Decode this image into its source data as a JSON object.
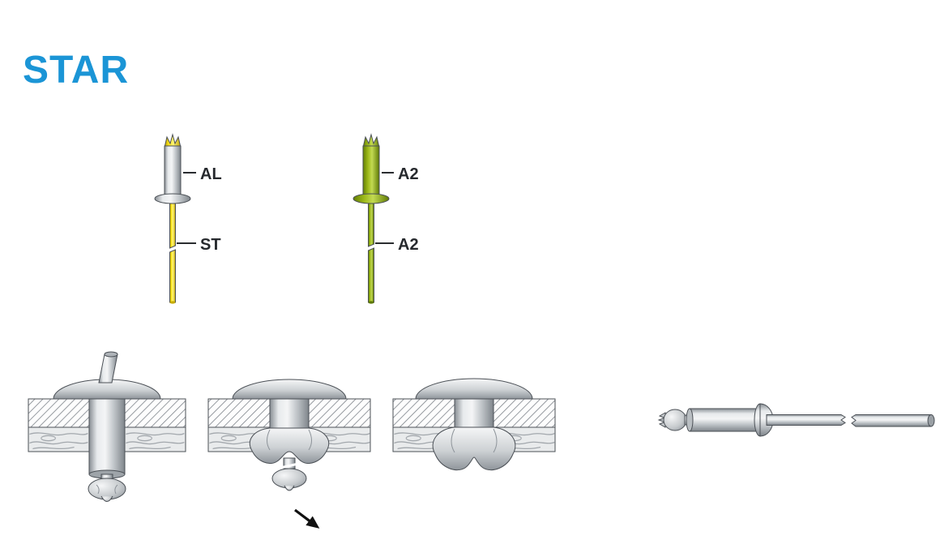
{
  "brand": {
    "name": "STAR",
    "color": "#1b95d6"
  },
  "legend": {
    "label_color": "#26292d",
    "rivets": [
      {
        "name": "rivet-al-st",
        "body_label": "AL",
        "mandrel_label": "ST",
        "body_color": "#c9cdd1",
        "mandrel_color": "#ffe71c"
      },
      {
        "name": "rivet-a2-a2",
        "body_label": "A2",
        "mandrel_label": "A2",
        "body_color": "#9ab417",
        "mandrel_color": "#9ab417"
      }
    ]
  },
  "process": {
    "steps": [
      "rivet-inserted-through-plates",
      "mandrel-pulled-body-clinching",
      "rivet-set-mandrel-broken"
    ],
    "arrow_color": "#111111"
  },
  "side_view": {
    "name": "installed-rivet-with-broken-mandrel"
  }
}
